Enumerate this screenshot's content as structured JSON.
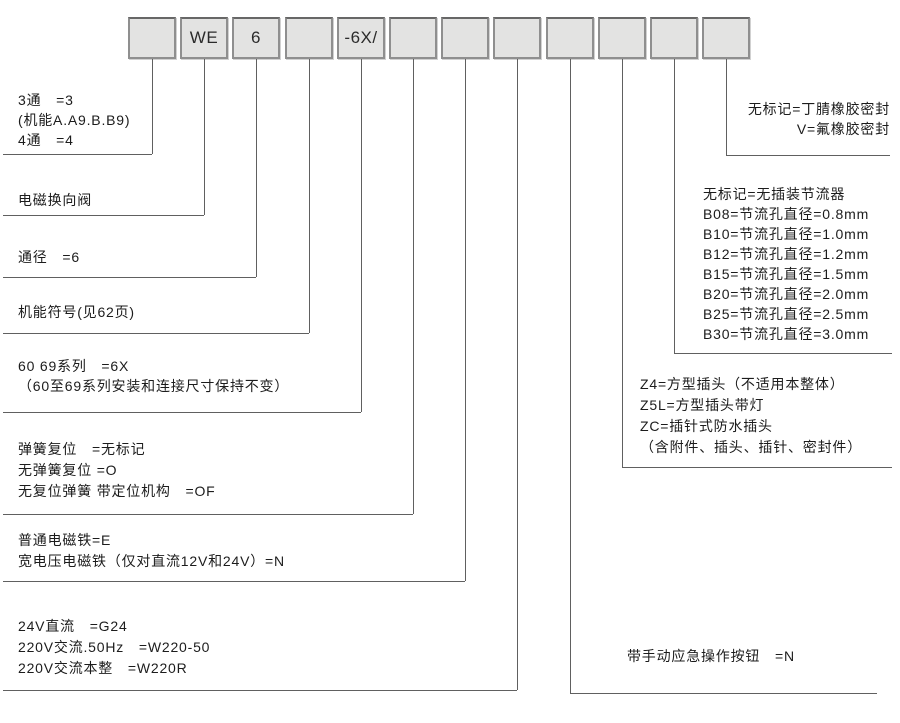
{
  "boxes": [
    "",
    "WE",
    "6",
    "",
    "-6X/",
    "",
    "",
    "",
    "",
    "",
    "",
    ""
  ],
  "annotations": {
    "ways": [
      "3通　=3",
      "(机能A.A9.B.B9)",
      "4通　=4"
    ],
    "valve": [
      "电磁换向阀"
    ],
    "size": [
      "通径　=6"
    ],
    "symbol": [
      "机能符号(见62页)"
    ],
    "series": [
      "60 69系列　=6X",
      "（60至69系列安装和连接尺寸保持不变）"
    ],
    "spring": [
      "弹簧复位　=无标记",
      "无弹簧复位 =O",
      "无复位弹簧 带定位机构　=OF"
    ],
    "solenoid": [
      "普通电磁铁=E",
      "宽电压电磁铁（仅对直流12V和24V）=N"
    ],
    "voltage": [
      "24V直流　=G24",
      "220V交流.50Hz　=W220-50",
      "220V交流本整　=W220R"
    ],
    "manual": [
      "带手动应急操作按钮　=N"
    ],
    "plug": [
      "Z4=方型插头（不适用本整体）",
      "Z5L=方型插头带灯",
      "ZC=插针式防水插头",
      "（含附件、插头、插针、密封件）"
    ],
    "throttle": [
      "无标记=无插装节流器",
      "B08=节流孔直径=0.8mm",
      "B10=节流孔直径=1.0mm",
      "B12=节流孔直径=1.2mm",
      "B15=节流孔直径=1.5mm",
      "B20=节流孔直径=2.0mm",
      "B25=节流孔直径=2.5mm",
      "B30=节流孔直径=3.0mm"
    ],
    "seal": [
      "无标记=丁腈橡胶密封",
      "V=氟橡胶密封"
    ]
  },
  "colors": {
    "box_fill": "#e3e3e2",
    "box_border": "#8f8f8f",
    "line": "#606060",
    "text": "#1c1c1c"
  }
}
